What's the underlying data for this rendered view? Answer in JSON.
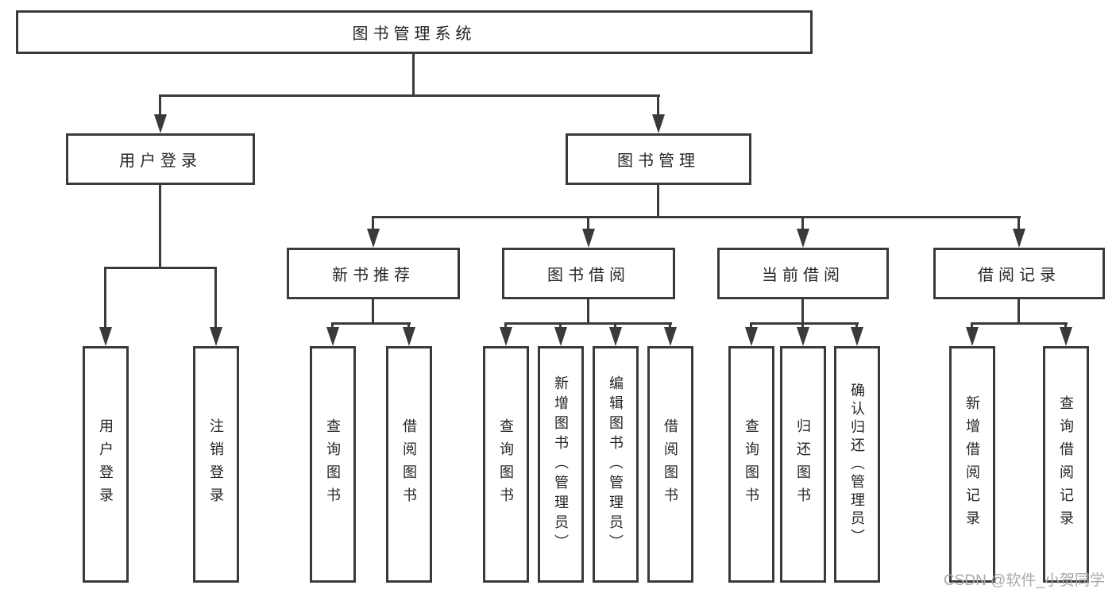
{
  "chart": {
    "type": "tree-diagram",
    "root": "图书管理系统",
    "level2": {
      "user_login": "用户登录",
      "book_mgmt": "图书管理"
    },
    "level3": {
      "new_books": "新书推荐",
      "borrowing": "图书借阅",
      "current": "当前借阅",
      "records": "借阅记录"
    },
    "leaves": {
      "login": "用户登录",
      "logout": "注销登录",
      "nb_query": "查询图书",
      "nb_borrow": "借阅图书",
      "bw_query": "查询图书",
      "bw_add": "新增图书（管理员）",
      "bw_edit": "编辑图书（管理员）",
      "bw_borrow": "借阅图书",
      "cu_query": "查询图书",
      "cu_return": "归还图书",
      "cu_confirm": "确认归还（管理员）",
      "rc_add": "新增借阅记录",
      "rc_query": "查询借阅记录"
    },
    "hierarchy": {
      "图书管理系统": {
        "用户登录": [
          "用户登录",
          "注销登录"
        ],
        "图书管理": {
          "新书推荐": [
            "查询图书",
            "借阅图书"
          ],
          "图书借阅": [
            "查询图书",
            "新增图书（管理员）",
            "编辑图书（管理员）",
            "借阅图书"
          ],
          "当前借阅": [
            "查询图书",
            "归还图书",
            "确认归还（管理员）"
          ],
          "借阅记录": [
            "新增借阅记录",
            "查询借阅记录"
          ]
        }
      }
    }
  },
  "watermark": "CSDN @软件_小贺同学",
  "colors": {
    "line": "#3a3a3a",
    "text": "#262626",
    "box_background": "#ffffff",
    "watermark": "#a9a9a9"
  }
}
